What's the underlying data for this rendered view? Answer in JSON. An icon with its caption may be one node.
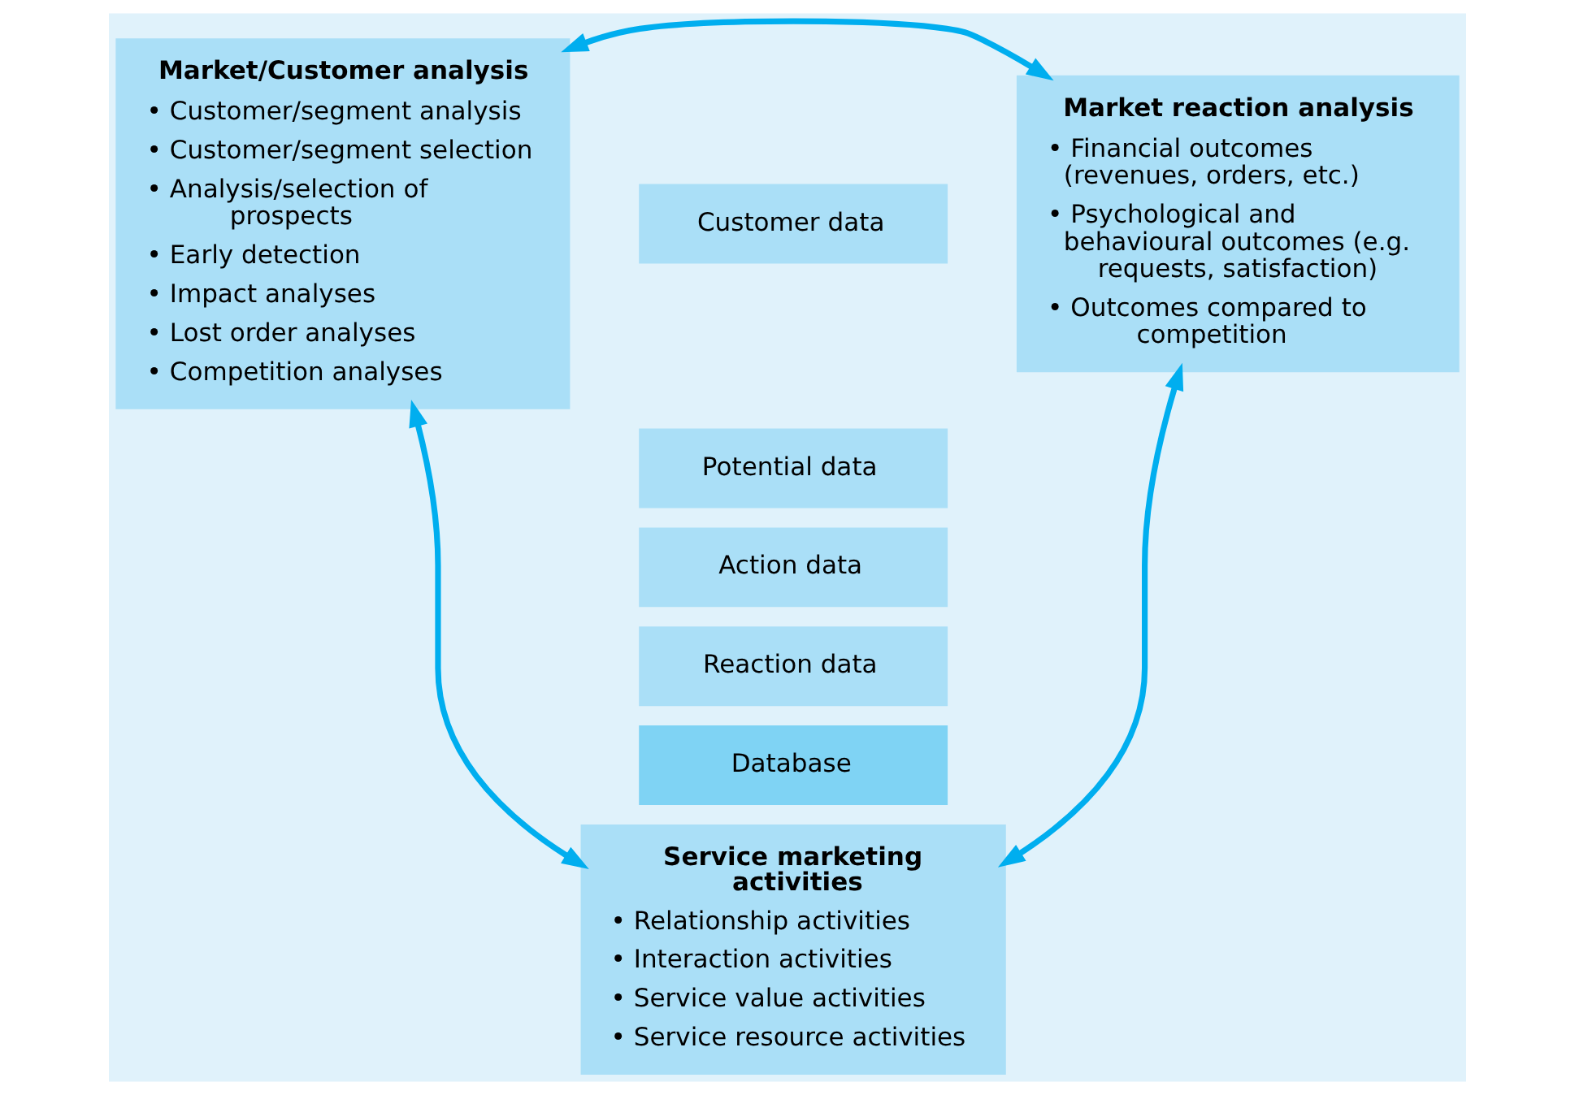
{
  "diagram": {
    "nodes": [
      {
        "text": [
          "Market/Customer analysis",
          "• Customer/segment analysis",
          "• Customer/segment selection",
          "• Analysis/selection of prospects",
          "• Early detection",
          "• Impact analyses",
          "• Lost order analyses",
          "• Competition analyses"
        ]
      },
      {
        "text": [
          "Market reaction analysis",
          "• Financial outcomes (revenues, orders, etc.)",
          "• Psychological and behavioural outcomes (e.g. requests, satisfaction)",
          "• Outcomes compared to competition"
        ]
      },
      {
        "text": [
          "Customer data"
        ]
      },
      {
        "text": [
          "Potential data"
        ]
      },
      {
        "text": [
          "Action data"
        ]
      },
      {
        "text": [
          "Reaction data"
        ]
      },
      {
        "text": [
          "Database"
        ]
      },
      {
        "text": [
          "Service marketing activities",
          "• Relationship activities",
          "• Interaction activities",
          "• Service value activities",
          "• Service resource activities"
        ]
      }
    ],
    "edges": [
      {
        "from": 0,
        "to": 1,
        "arrow": "both"
      },
      {
        "from": 7,
        "to": 0,
        "arrow": "both"
      },
      {
        "from": 7,
        "to": 1,
        "arrow": "both"
      }
    ]
  }
}
